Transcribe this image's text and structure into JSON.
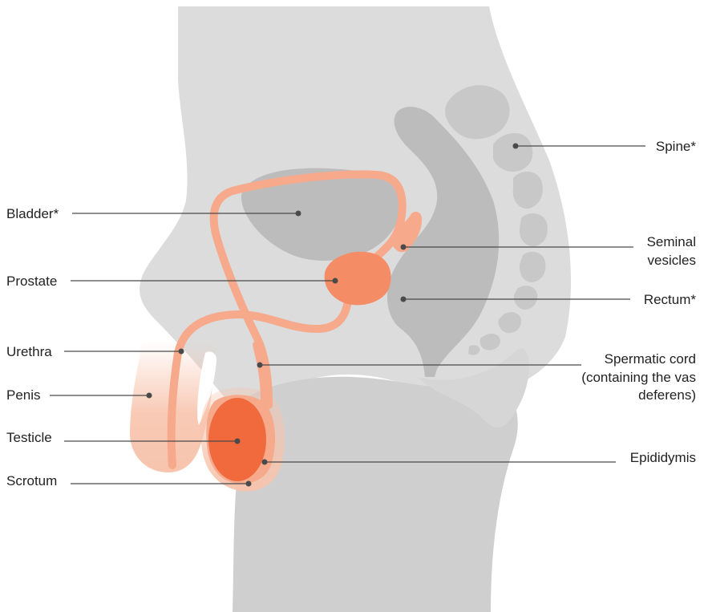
{
  "labels": {
    "spine": "Spine*",
    "bladder": "Bladder*",
    "seminal_1": "Seminal",
    "seminal_2": "vesicles",
    "prostate": "Prostate",
    "rectum": "Rectum*",
    "urethra": "Urethra",
    "cord_1": "Spermatic cord",
    "cord_2": "(containing the vas",
    "cord_3": "deferens)",
    "penis": "Penis",
    "testicle": "Testicle",
    "epididymis": "Epididymis",
    "scrotum": "Scrotum"
  },
  "colors": {
    "body": "#dcdcdc",
    "leg": "#cfcfcf",
    "organ_grey": "#bcbcbd",
    "spine_grey": "#c8c8c9",
    "duct": "#f6a98b",
    "prostate": "#f48c66",
    "testicle": "#f06a3e",
    "skin": "#f7c4ad"
  }
}
